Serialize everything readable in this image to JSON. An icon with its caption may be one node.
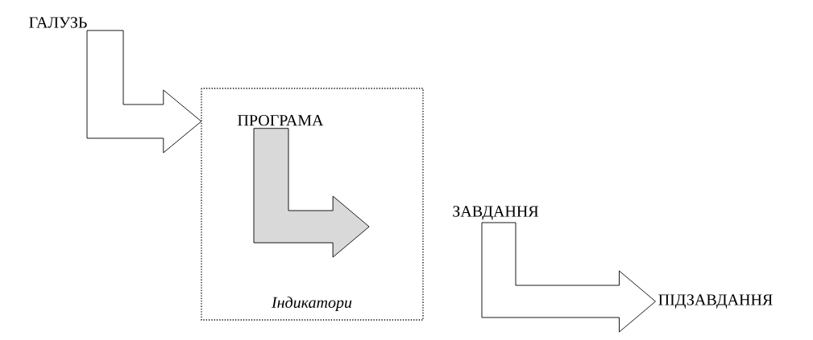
{
  "diagram": {
    "nodes": [
      {
        "text": [
          "ГАЛУЗЬ"
        ]
      },
      {
        "text": [
          "Індикатори"
        ]
      },
      {
        "text": [
          "ПРОГРАМА"
        ],
        "in": 1
      },
      {
        "text": [
          "ЗАВДАННЯ"
        ]
      },
      {
        "text": [
          "ПІДЗАВДАННЯ"
        ]
      }
    ],
    "edges": [
      {
        "from": 0,
        "to": 1,
        "arrow": "to"
      },
      {
        "from": 2,
        "to": 3,
        "arrow": "to",
        "color": "#d9d9d9"
      },
      {
        "from": 3,
        "to": 4,
        "arrow": "to"
      }
    ]
  }
}
